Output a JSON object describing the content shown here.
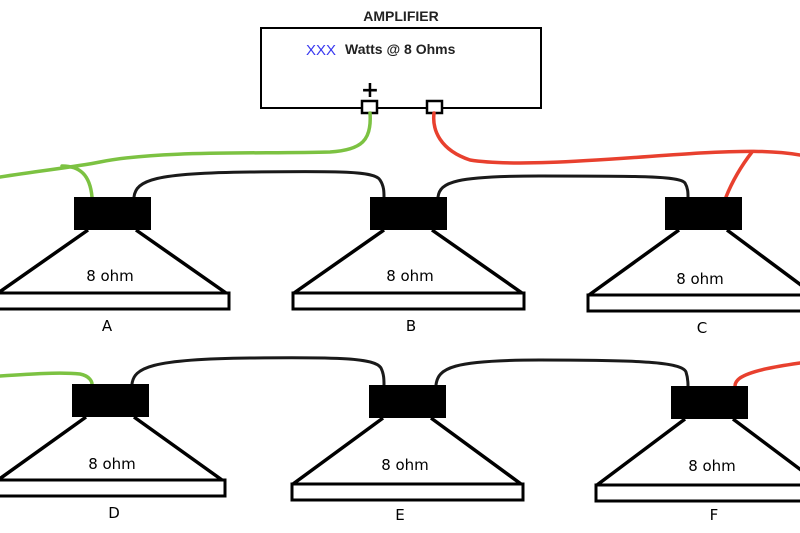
{
  "amplifier": {
    "title": "AMPLIFIER",
    "power_placeholder": "XXX",
    "rating_text": "Watts @ 8 Ohms",
    "positive_symbol": "+"
  },
  "speakers": [
    {
      "id": "A",
      "letter": "A",
      "impedance_label": "8 ohm"
    },
    {
      "id": "B",
      "letter": "B",
      "impedance_label": "8 ohm"
    },
    {
      "id": "C",
      "letter": "C",
      "impedance_label": "8 ohm"
    },
    {
      "id": "D",
      "letter": "D",
      "impedance_label": "8 ohm"
    },
    {
      "id": "E",
      "letter": "E",
      "impedance_label": "8 ohm"
    },
    {
      "id": "F",
      "letter": "F",
      "impedance_label": "8 ohm"
    }
  ],
  "colors": {
    "positive_wire": "#7cc242",
    "negative_wire": "#e8402e",
    "series_wire": "#1a1a1a",
    "power_placeholder": "#3a3af0"
  }
}
